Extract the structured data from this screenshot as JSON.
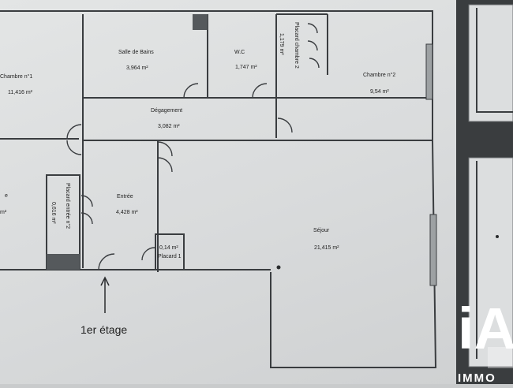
{
  "rooms": {
    "chambre1": {
      "name": "Chambre n°1",
      "area": "11,416 m²"
    },
    "salle_de_bains": {
      "name": "Salle de Bains",
      "area": "3,964 m²"
    },
    "wc": {
      "name": "W.C",
      "area": "1,747 m²"
    },
    "placard_chambre2": {
      "name": "Placard chambre 2",
      "area": "1,179 m²"
    },
    "chambre2": {
      "name": "Chambre n°2",
      "area": "9,54 m²"
    },
    "degagement": {
      "name": "Dégagement",
      "area": "3,082 m²"
    },
    "entree": {
      "name": "Entrée",
      "area": "4,428 m²"
    },
    "placard_entree": {
      "name": "Placard entrée n°2",
      "area": "0,616 m²"
    },
    "placard1": {
      "name": "Placard 1",
      "area": "0,14 m²"
    },
    "sejour": {
      "name": "Séjour",
      "area": "21,415 m²"
    },
    "left_partial": {
      "name": "e",
      "area": "m²"
    }
  },
  "entrance_label": "1er étage",
  "watermark": {
    "line1": "iA",
    "line2": "IMMO"
  },
  "colors": {
    "paper": "#e0e2e2",
    "wall": "#3a3d40",
    "watermark_panel": "#2f3234"
  }
}
